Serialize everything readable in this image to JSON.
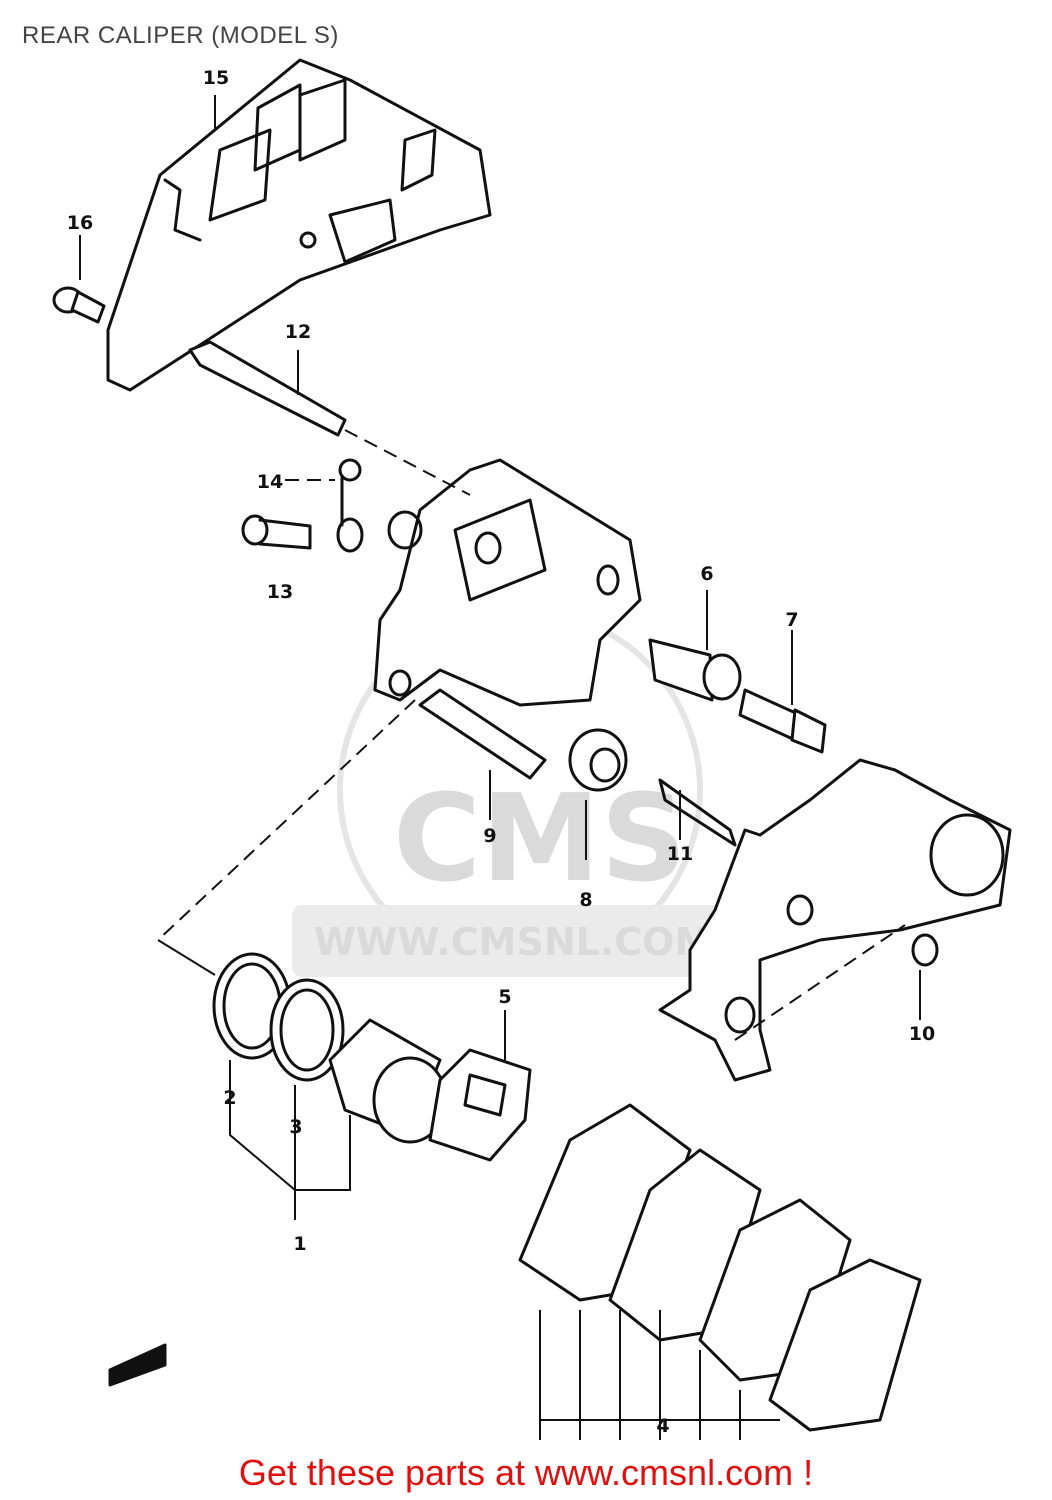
{
  "page": {
    "title": "REAR CALIPER (MODEL S)",
    "call_to_action": "Get these parts at www.cmsnl.com !",
    "cta_color": "#e01010"
  },
  "watermark": {
    "logo_text": "CMS",
    "url_text": "WWW.CMSNL.COM"
  },
  "callouts": {
    "c1": "1",
    "c2": "2",
    "c3": "3",
    "c4": "4",
    "c5": "5",
    "c6": "6",
    "c7": "7",
    "c8": "8",
    "c9": "9",
    "c10": "10",
    "c11": "11",
    "c12": "12",
    "c13": "13",
    "c14": "14",
    "c15": "15",
    "c16": "16"
  }
}
